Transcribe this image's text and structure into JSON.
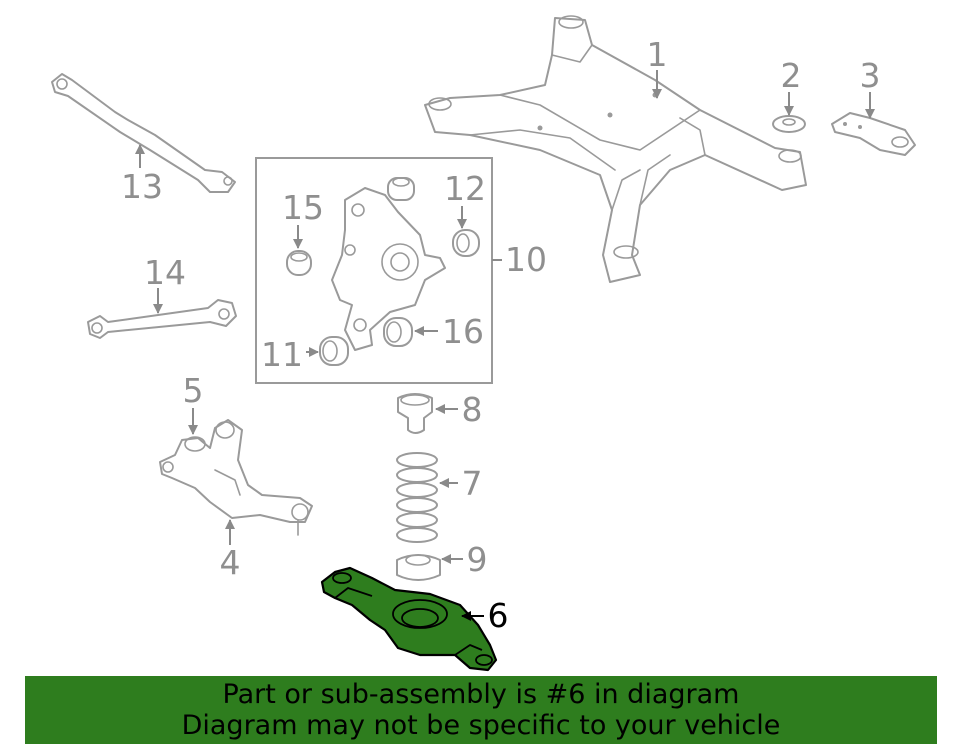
{
  "callouts": {
    "c1": "1",
    "c2": "2",
    "c3": "3",
    "c4": "4",
    "c5": "5",
    "c6": "6",
    "c7": "7",
    "c8": "8",
    "c9": "9",
    "c10": "10",
    "c11": "11",
    "c12": "12",
    "c13": "13",
    "c14": "14",
    "c15": "15",
    "c16": "16"
  },
  "highlighted_part": "6",
  "colors": {
    "highlight": "#2e7d1e",
    "line_art": "#9a9a9a",
    "banner": "#2e7d1e"
  },
  "banner": {
    "line1": "Part or sub-assembly is #6 in diagram",
    "line2": "Diagram may not be specific to your vehicle"
  }
}
